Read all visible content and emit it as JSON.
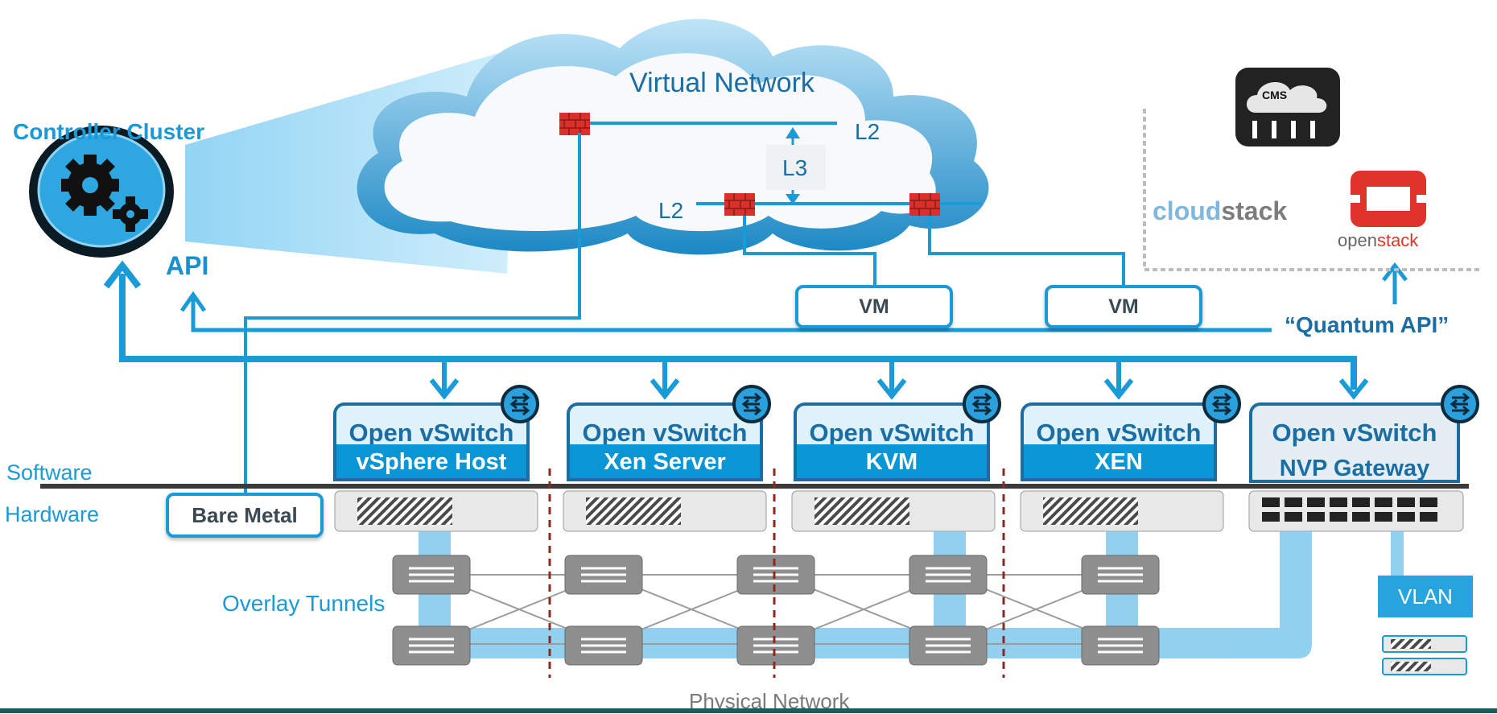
{
  "controller": {
    "title": "Controller Cluster",
    "api_label": "API"
  },
  "virtual_network": {
    "title": "Virtual Network",
    "l2_top": "L2",
    "l3": "L3",
    "l2_left": "L2"
  },
  "vms": [
    "VM",
    "VM"
  ],
  "quantum_api": "“Quantum API”",
  "cms": {
    "icon_text": "CMS",
    "cloudstack_a": "cloud",
    "cloudstack_b": "stack",
    "openstack_a": "open",
    "openstack_b": "stack"
  },
  "layers": {
    "software": "Software",
    "hardware": "Hardware"
  },
  "bare_metal": "Bare Metal",
  "hosts": [
    {
      "switch": "Open vSwitch",
      "name": "vSphere Host"
    },
    {
      "switch": "Open vSwitch",
      "name": "Xen Server"
    },
    {
      "switch": "Open vSwitch",
      "name": "KVM"
    },
    {
      "switch": "Open vSwitch",
      "name": "XEN"
    },
    {
      "switch": "Open vSwitch",
      "name": "NVP Gateway"
    }
  ],
  "overlay_tunnels": "Overlay Tunnels",
  "physical_network": "Physical Network",
  "vlan": "VLAN",
  "colors": {
    "accent": "#1a9ad7",
    "dark_blue": "#1b6ea3",
    "host_blue": "#0a96d4",
    "firewall": "#d9302b",
    "tunnel": "#7fc8ec"
  }
}
